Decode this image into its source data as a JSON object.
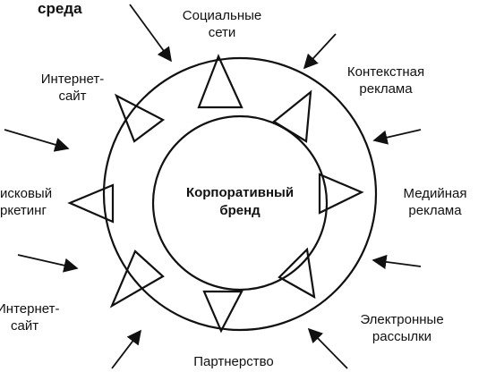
{
  "corner_label": "среда",
  "center": {
    "line1": "Корпоративный",
    "line2": "бренд"
  },
  "labels": {
    "social": {
      "line1": "Социальные",
      "line2": "сети"
    },
    "context": {
      "line1": "Контекстная",
      "line2": "реклама"
    },
    "media": {
      "line1": "Медийная",
      "line2": "реклама"
    },
    "email": {
      "line1": "Электронные",
      "line2": "рассылки"
    },
    "partner": {
      "line1": "Партнерство"
    },
    "site_bottom": {
      "line1": "Интернет-",
      "line2": "сайт"
    },
    "search": {
      "line1": "исковый",
      "line2": "ркетинг"
    },
    "site_top": {
      "line1": "Интернет-",
      "line2": "сайт"
    }
  },
  "colors": {
    "stroke": "#111111",
    "text": "#111111",
    "background": "#ffffff"
  }
}
